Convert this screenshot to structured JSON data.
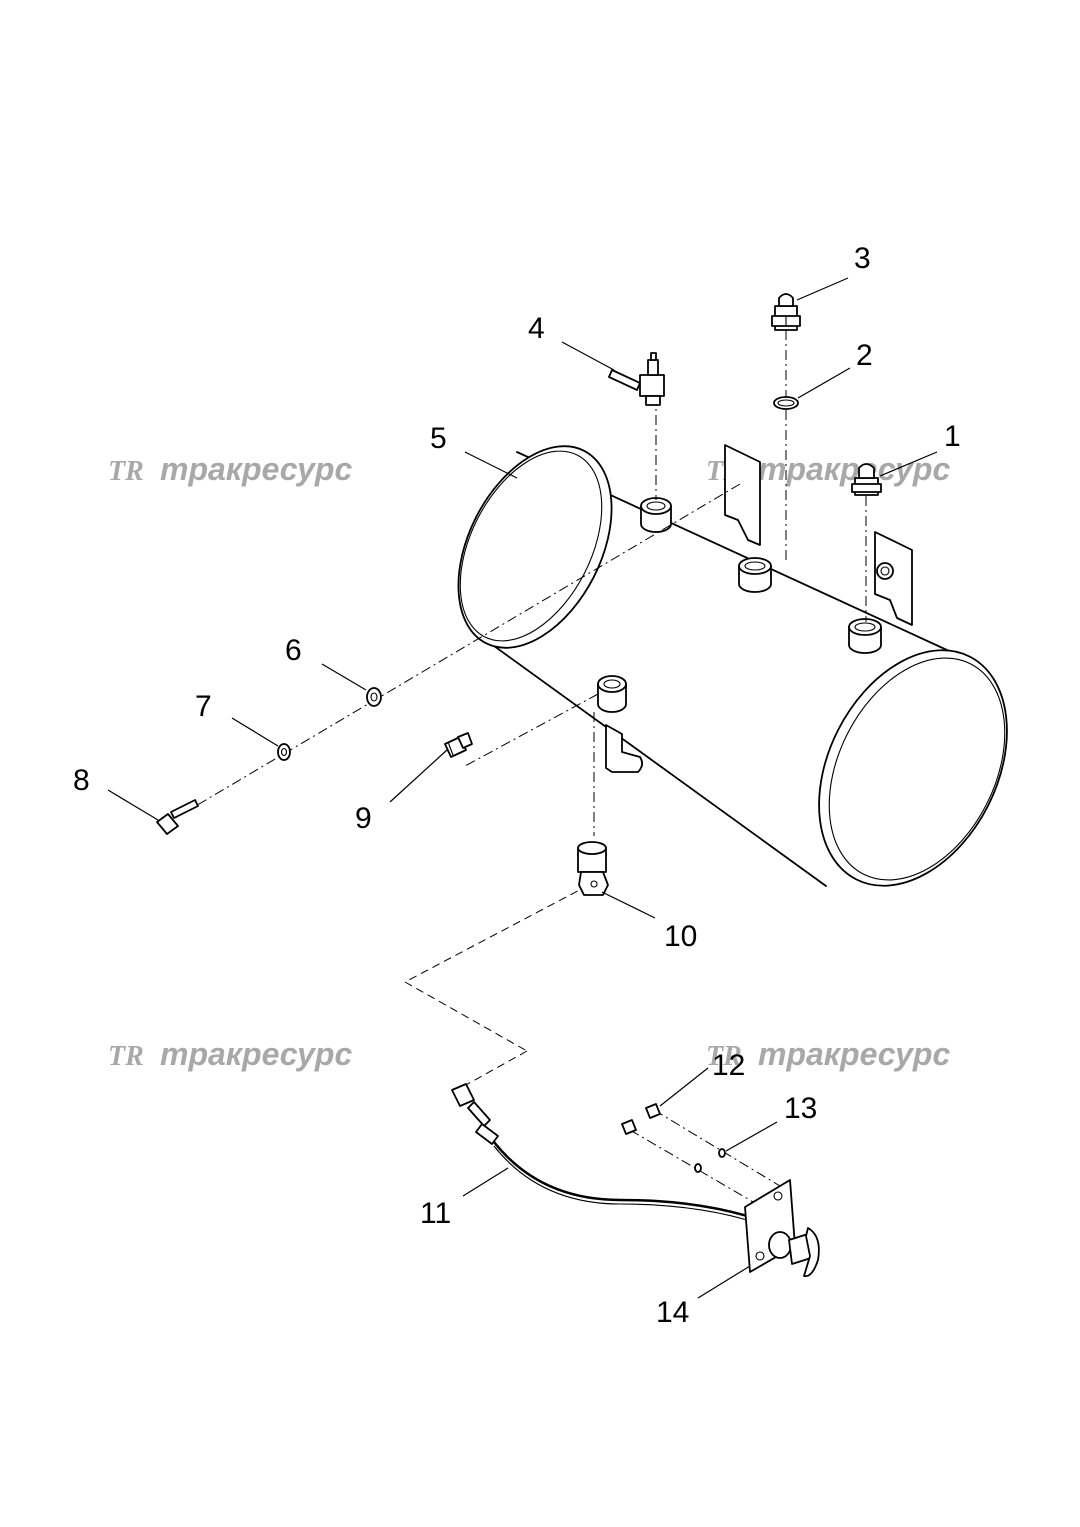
{
  "watermark": {
    "logo": "TR",
    "text": "тракресурс"
  },
  "callouts": {
    "c1": "1",
    "c2": "2",
    "c3": "3",
    "c4": "4",
    "c5": "5",
    "c6": "6",
    "c7": "7",
    "c8": "8",
    "c9": "9",
    "c10": "10",
    "c11": "11",
    "c12": "12",
    "c13": "13",
    "c14": "14"
  }
}
